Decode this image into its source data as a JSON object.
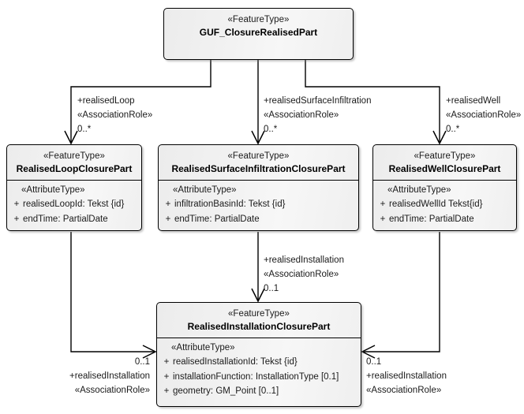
{
  "diagram": {
    "title": "GUF_ClosureRealisedPart UML class diagram",
    "type": "uml-class-diagram",
    "background_color": "#ffffff",
    "line_color": "#000000",
    "box_fill_color": "#f1f1f1"
  },
  "classes": {
    "root": {
      "stereotype": "«FeatureType»",
      "name": "GUF_ClosureRealisedPart",
      "attributes": []
    },
    "loop": {
      "stereotype": "«FeatureType»",
      "name": "RealisedLoopClosurePart",
      "attribute_stereotype": "«AttributeType»",
      "attributes": [
        {
          "visibility": "+",
          "text": "realisedLoopId: Tekst {id}"
        },
        {
          "visibility": "+",
          "text": "endTime: PartialDate"
        }
      ]
    },
    "surface": {
      "stereotype": "«FeatureType»",
      "name": "RealisedSurfaceInfiltrationClosurePart",
      "attribute_stereotype": "«AttributeType»",
      "attributes": [
        {
          "visibility": "+",
          "text": "infiltrationBasinId: Tekst {id}"
        },
        {
          "visibility": "+",
          "text": "endTime: PartialDate"
        }
      ]
    },
    "well": {
      "stereotype": "«FeatureType»",
      "name": "RealisedWellClosurePart",
      "attribute_stereotype": "«AttributeType»",
      "attributes": [
        {
          "visibility": "+",
          "text": "realisedWellId Tekst{id}"
        },
        {
          "visibility": "+",
          "text": "endTime: PartialDate"
        }
      ]
    },
    "installation": {
      "stereotype": "«FeatureType»",
      "name": "RealisedInstallationClosurePart",
      "attribute_stereotype": "«AttributeType»",
      "attributes": [
        {
          "visibility": "+",
          "text": "realisedInstallationId: Tekst {id}"
        },
        {
          "visibility": "+",
          "text": "installationFunction: InstallationType [0.1]"
        },
        {
          "visibility": "+",
          "text": "geometry: GM_Point [0..1]"
        }
      ]
    }
  },
  "associations": {
    "root_to_loop": {
      "role": "+realisedLoop",
      "stereotype": "«AssociationRole»",
      "multiplicity": "0..*"
    },
    "root_to_surface": {
      "role": "+realisedSurfaceInfiltration",
      "stereotype": "«AssociationRole»",
      "multiplicity": "0..*"
    },
    "root_to_well": {
      "role": "+realisedWell",
      "stereotype": "«AssociationRole»",
      "multiplicity": "0..*"
    },
    "surface_to_installation": {
      "role": "+realisedInstallation",
      "stereotype": "«AssociationRole»",
      "multiplicity": "0..1"
    },
    "loop_to_installation": {
      "multiplicity": "0..1",
      "role": "+realisedInstallation",
      "stereotype": "«AssociationRole»"
    },
    "well_to_installation": {
      "multiplicity": "0..1",
      "role": "+realisedInstallation",
      "stereotype": "«AssociationRole»"
    }
  }
}
